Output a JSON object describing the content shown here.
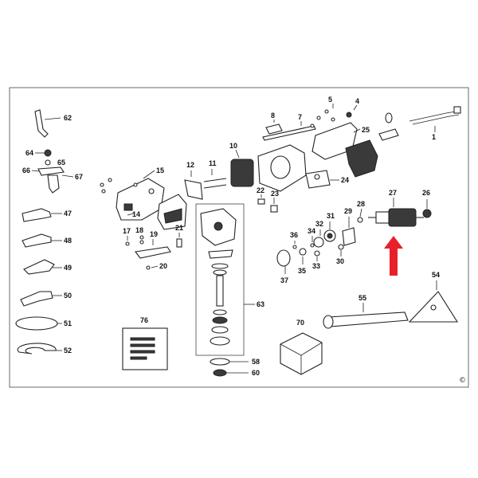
{
  "labels": {
    "p1": "1",
    "p4": "4",
    "p5": "5",
    "p7": "7",
    "p8": "8",
    "p10": "10",
    "p11": "11",
    "p12": "12",
    "p14": "14",
    "p15": "15",
    "p17": "17",
    "p18": "18",
    "p19": "19",
    "p20": "20",
    "p21": "21",
    "p22": "22",
    "p23": "23",
    "p24": "24",
    "p25": "25",
    "p26": "26",
    "p27": "27",
    "p28": "28",
    "p29": "29",
    "p30": "30",
    "p31": "31",
    "p32": "32",
    "p33": "33",
    "p34": "34",
    "p35": "35",
    "p36": "36",
    "p37": "37",
    "p47": "47",
    "p48": "48",
    "p49": "49",
    "p50": "50",
    "p51": "51",
    "p52": "52",
    "p54": "54",
    "p55": "55",
    "p58": "58",
    "p60": "60",
    "p62": "62",
    "p63": "63",
    "p64": "64",
    "p65": "65",
    "p66": "66",
    "p67": "67",
    "p70": "70",
    "p76": "76"
  },
  "copyright": "©",
  "colors": {
    "line": "#222222",
    "highlight_arrow": "#e8202a",
    "background": "#ffffff"
  }
}
